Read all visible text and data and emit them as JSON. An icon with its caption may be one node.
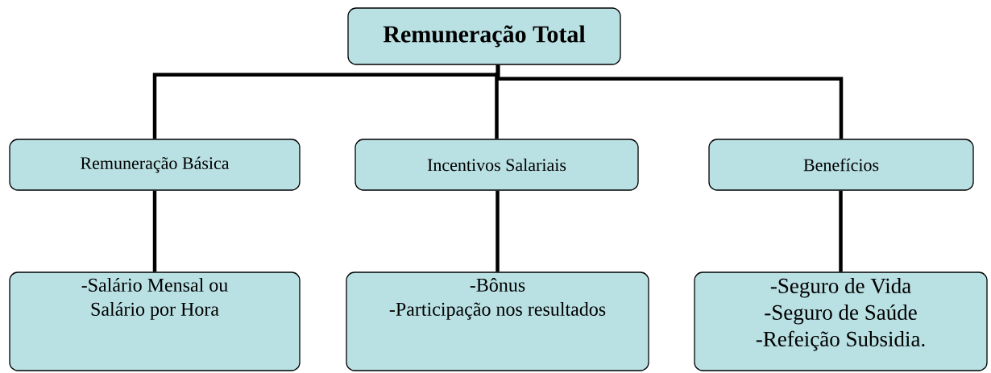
{
  "diagram": {
    "nodes": [
      {
        "text": [
          "Remuneração Total"
        ]
      },
      {
        "text": [
          "Remuneração Básica"
        ]
      },
      {
        "text": [
          "Incentivos Salariais"
        ]
      },
      {
        "text": [
          "Benefícios"
        ]
      },
      {
        "text": [
          "-Salário Mensal ou Salário por Hora"
        ]
      },
      {
        "text": [
          "-Bônus",
          "-Participação nos resultados"
        ]
      },
      {
        "text": [
          "-Seguro de Vida",
          "-Seguro de Saúde",
          "-Refeição Subsidia."
        ]
      }
    ],
    "edges": [
      {
        "from": 0,
        "to": 1,
        "arrow": "none"
      },
      {
        "from": 0,
        "to": 2,
        "arrow": "none"
      },
      {
        "from": 0,
        "to": 3,
        "arrow": "none"
      },
      {
        "from": 1,
        "to": 4,
        "arrow": "none"
      },
      {
        "from": 2,
        "to": 5,
        "arrow": "none"
      },
      {
        "from": 3,
        "to": 6,
        "arrow": "none"
      }
    ]
  }
}
